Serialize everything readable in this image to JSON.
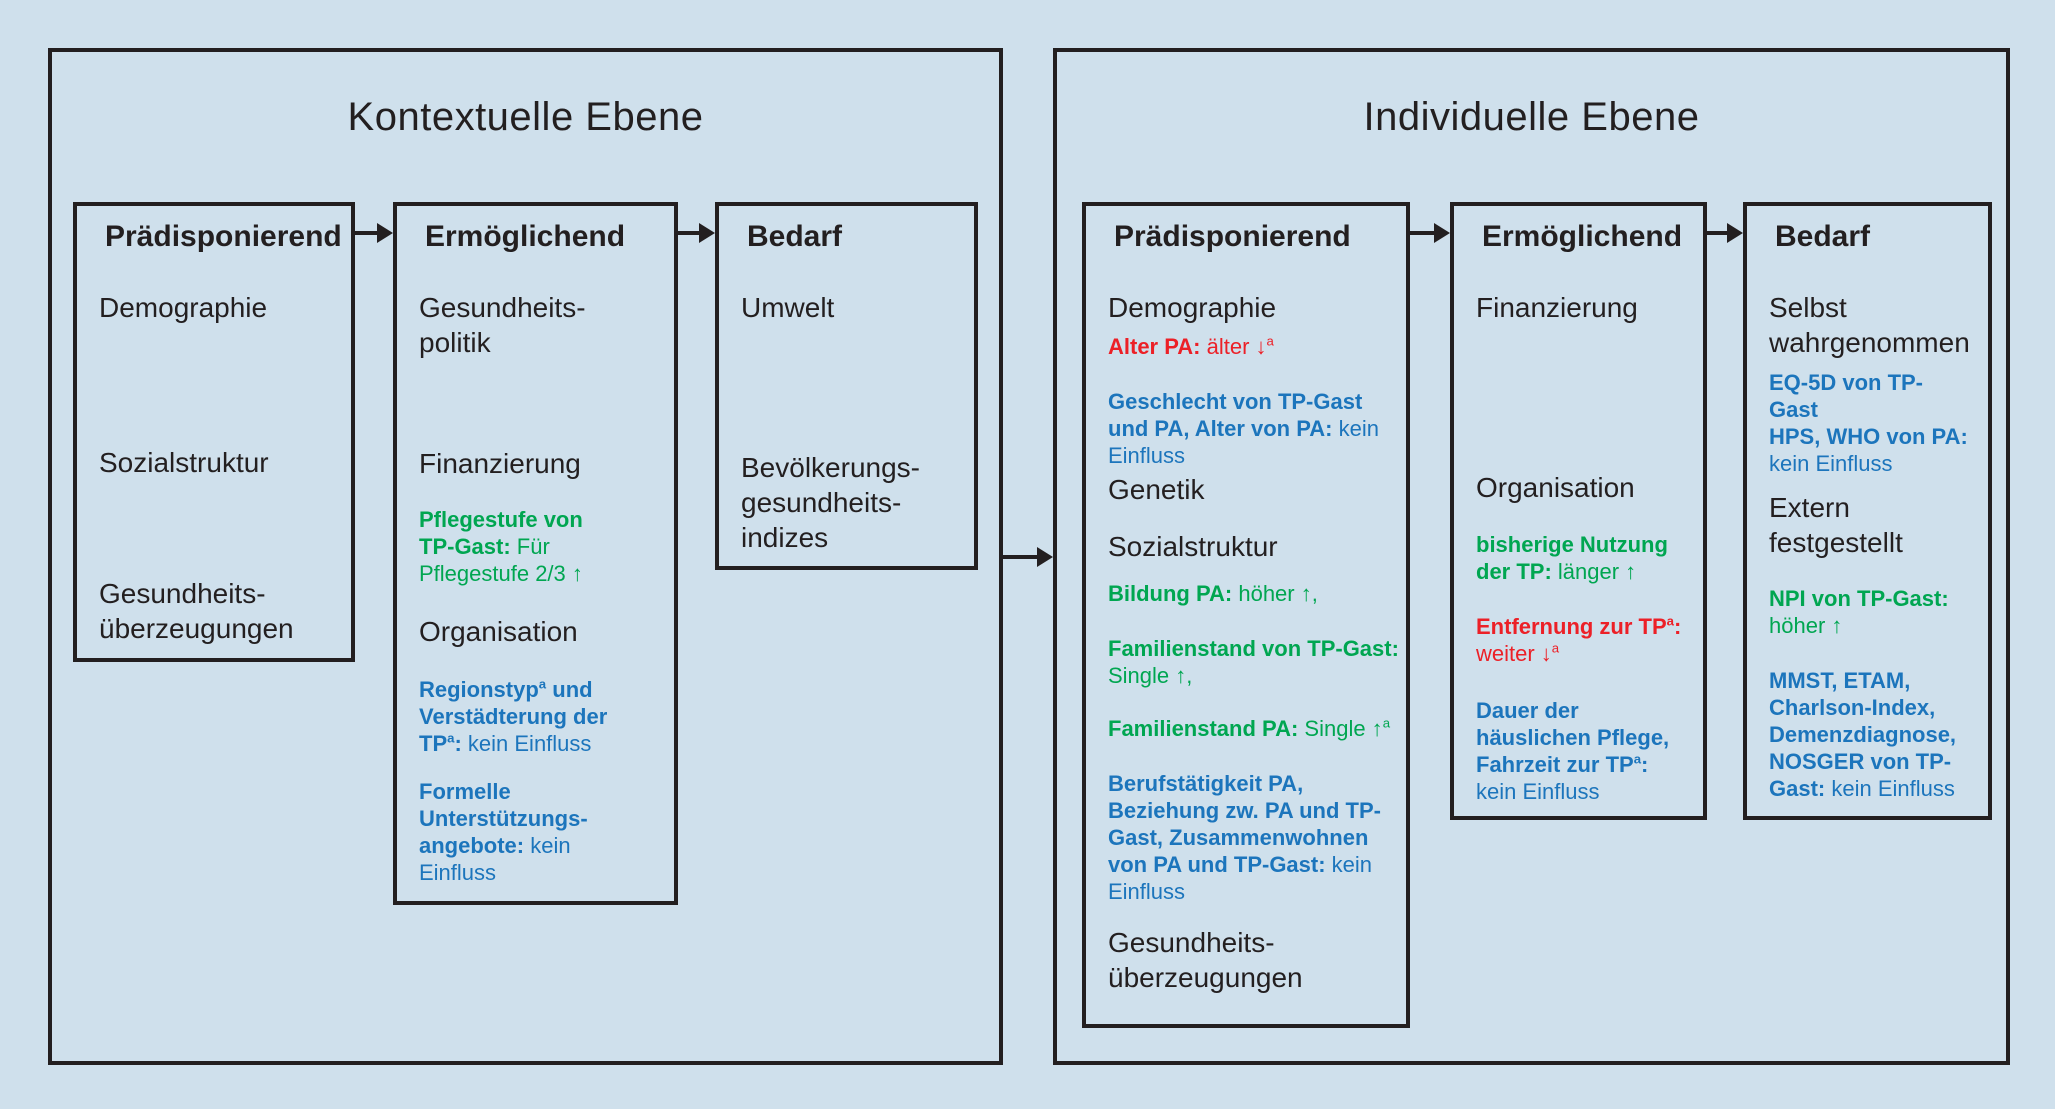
{
  "canvas": {
    "background": "#cfe0ec",
    "ink": "#231f20"
  },
  "colors": {
    "positive": "#00a651",
    "no_influence": "#1c75bc",
    "negative": "#ec2027"
  },
  "panels": [
    {
      "id": "contextual",
      "title": "Kontextuelle Ebene",
      "boxes": [
        {
          "header": "Prädisponierend",
          "blocks": [
            {
              "kind": "cat",
              "lines": [
                "Demographie"
              ]
            },
            {
              "kind": "cat",
              "lines": [
                "Sozialstruktur"
              ]
            },
            {
              "kind": "cat",
              "lines": [
                "Gesundheits-",
                "überzeugungen"
              ]
            }
          ]
        },
        {
          "header": "Ermöglichend",
          "blocks": [
            {
              "kind": "cat",
              "lines": [
                "Gesundheits-",
                "politik"
              ]
            },
            {
              "kind": "cat",
              "lines": [
                "Finanzierung"
              ]
            },
            {
              "kind": "find",
              "color": "green",
              "segs": [
                {
                  "t": "Pflegestufe von",
                  "b": 1
                },
                {
                  "br": 1
                },
                {
                  "t": "TP-Gast:",
                  "b": 1
                },
                {
                  "t": " Für"
                },
                {
                  "br": 1
                },
                {
                  "t": "Pflegestufe 2/3 ↑"
                }
              ]
            },
            {
              "kind": "cat",
              "lines": [
                "Organisation"
              ]
            },
            {
              "kind": "find",
              "color": "blue",
              "segs": [
                {
                  "t": "Regionstyp",
                  "b": 1
                },
                {
                  "t": "a",
                  "b": 1,
                  "sup": 1
                },
                {
                  "t": " und",
                  "b": 1
                },
                {
                  "br": 1
                },
                {
                  "t": "Verstädterung der",
                  "b": 1
                },
                {
                  "br": 1
                },
                {
                  "t": "TP",
                  "b": 1
                },
                {
                  "t": "a",
                  "b": 1,
                  "sup": 1
                },
                {
                  "t": ":",
                  "b": 1
                },
                {
                  "t": " kein Einfluss"
                }
              ]
            },
            {
              "kind": "find",
              "color": "blue",
              "segs": [
                {
                  "t": "Formelle",
                  "b": 1
                },
                {
                  "br": 1
                },
                {
                  "t": "Unterstützungs-",
                  "b": 1
                },
                {
                  "br": 1
                },
                {
                  "t": "angebote:",
                  "b": 1
                },
                {
                  "t": " kein"
                },
                {
                  "br": 1
                },
                {
                  "t": "Einfluss"
                }
              ]
            }
          ]
        },
        {
          "header": "Bedarf",
          "blocks": [
            {
              "kind": "cat",
              "lines": [
                "Umwelt"
              ]
            },
            {
              "kind": "cat",
              "lines": [
                "Bevölkerungs-",
                "gesundheits-",
                "indizes"
              ]
            }
          ]
        }
      ]
    },
    {
      "id": "individual",
      "title": "Individuelle Ebene",
      "boxes": [
        {
          "header": "Prädisponierend",
          "blocks": [
            {
              "kind": "cat",
              "lines": [
                "Demographie"
              ]
            },
            {
              "kind": "find",
              "color": "red",
              "segs": [
                {
                  "t": "Alter PA:",
                  "b": 1
                },
                {
                  "t": " älter ↓"
                },
                {
                  "t": "a",
                  "sup": 1
                }
              ]
            },
            {
              "kind": "find",
              "color": "blue",
              "segs": [
                {
                  "t": "Geschlecht von TP-Gast",
                  "b": 1
                },
                {
                  "br": 1
                },
                {
                  "t": "und PA, Alter von PA:",
                  "b": 1
                },
                {
                  "t": " kein"
                },
                {
                  "br": 1
                },
                {
                  "t": "Einfluss"
                }
              ]
            },
            {
              "kind": "cat",
              "lines": [
                "Genetik"
              ]
            },
            {
              "kind": "cat",
              "lines": [
                "Sozialstruktur"
              ]
            },
            {
              "kind": "find",
              "color": "green",
              "segs": [
                {
                  "t": "Bildung PA:",
                  "b": 1
                },
                {
                  "t": " höher ↑,"
                }
              ]
            },
            {
              "kind": "find",
              "color": "green",
              "segs": [
                {
                  "t": "Familienstand von TP-Gast:",
                  "b": 1
                },
                {
                  "br": 1
                },
                {
                  "t": "Single ↑,"
                }
              ]
            },
            {
              "kind": "find",
              "color": "green",
              "segs": [
                {
                  "t": "Familienstand PA:",
                  "b": 1
                },
                {
                  "t": " Single ↑"
                },
                {
                  "t": "a",
                  "sup": 1
                }
              ]
            },
            {
              "kind": "find",
              "color": "blue",
              "segs": [
                {
                  "t": "Berufstätigkeit PA,",
                  "b": 1
                },
                {
                  "br": 1
                },
                {
                  "t": "Beziehung zw. PA und TP-",
                  "b": 1
                },
                {
                  "br": 1
                },
                {
                  "t": "Gast, Zusammenwohnen",
                  "b": 1
                },
                {
                  "br": 1
                },
                {
                  "t": "von PA und TP-Gast:",
                  "b": 1
                },
                {
                  "t": " kein"
                },
                {
                  "br": 1
                },
                {
                  "t": "Einfluss"
                }
              ]
            },
            {
              "kind": "cat",
              "lines": [
                "Gesundheits-",
                "überzeugungen"
              ]
            }
          ]
        },
        {
          "header": "Ermöglichend",
          "blocks": [
            {
              "kind": "cat",
              "lines": [
                "Finanzierung"
              ]
            },
            {
              "kind": "cat",
              "lines": [
                "Organisation"
              ]
            },
            {
              "kind": "find",
              "color": "green",
              "segs": [
                {
                  "t": "bisherige Nutzung",
                  "b": 1
                },
                {
                  "br": 1
                },
                {
                  "t": "der TP:",
                  "b": 1
                },
                {
                  "t": " länger ↑"
                }
              ]
            },
            {
              "kind": "find",
              "color": "red",
              "segs": [
                {
                  "t": "Entfernung zur TP",
                  "b": 1
                },
                {
                  "t": "a",
                  "b": 1,
                  "sup": 1
                },
                {
                  "t": ":",
                  "b": 1
                },
                {
                  "br": 1
                },
                {
                  "t": "weiter ↓"
                },
                {
                  "t": "a",
                  "sup": 1
                }
              ]
            },
            {
              "kind": "find",
              "color": "blue",
              "segs": [
                {
                  "t": "Dauer der",
                  "b": 1
                },
                {
                  "br": 1
                },
                {
                  "t": "häuslichen Pflege,",
                  "b": 1
                },
                {
                  "br": 1
                },
                {
                  "t": "Fahrzeit zur TP",
                  "b": 1
                },
                {
                  "t": "a",
                  "b": 1,
                  "sup": 1
                },
                {
                  "t": ":",
                  "b": 1
                },
                {
                  "br": 1
                },
                {
                  "t": "kein Einfluss"
                }
              ]
            }
          ]
        },
        {
          "header": "Bedarf",
          "blocks": [
            {
              "kind": "cat",
              "lines": [
                "Selbst",
                "wahrgenommen"
              ]
            },
            {
              "kind": "find",
              "color": "blue",
              "segs": [
                {
                  "t": "EQ-5D von TP-",
                  "b": 1
                },
                {
                  "br": 1
                },
                {
                  "t": "Gast",
                  "b": 1
                },
                {
                  "br": 1
                },
                {
                  "t": "HPS, WHO von PA:",
                  "b": 1
                },
                {
                  "br": 1
                },
                {
                  "t": "kein Einfluss"
                }
              ]
            },
            {
              "kind": "cat",
              "lines": [
                "Extern",
                "festgestellt"
              ]
            },
            {
              "kind": "find",
              "color": "green",
              "segs": [
                {
                  "t": "NPI von TP-Gast:",
                  "b": 1
                },
                {
                  "br": 1
                },
                {
                  "t": "höher ↑"
                }
              ]
            },
            {
              "kind": "find",
              "color": "blue",
              "segs": [
                {
                  "t": "MMST, ETAM,",
                  "b": 1
                },
                {
                  "br": 1
                },
                {
                  "t": "Charlson-Index,",
                  "b": 1
                },
                {
                  "br": 1
                },
                {
                  "t": "Demenzdiagnose,",
                  "b": 1
                },
                {
                  "br": 1
                },
                {
                  "t": "NOSGER von TP-",
                  "b": 1
                },
                {
                  "br": 1
                },
                {
                  "t": "Gast:",
                  "b": 1
                },
                {
                  "t": " kein Einfluss"
                }
              ]
            }
          ]
        }
      ]
    }
  ]
}
